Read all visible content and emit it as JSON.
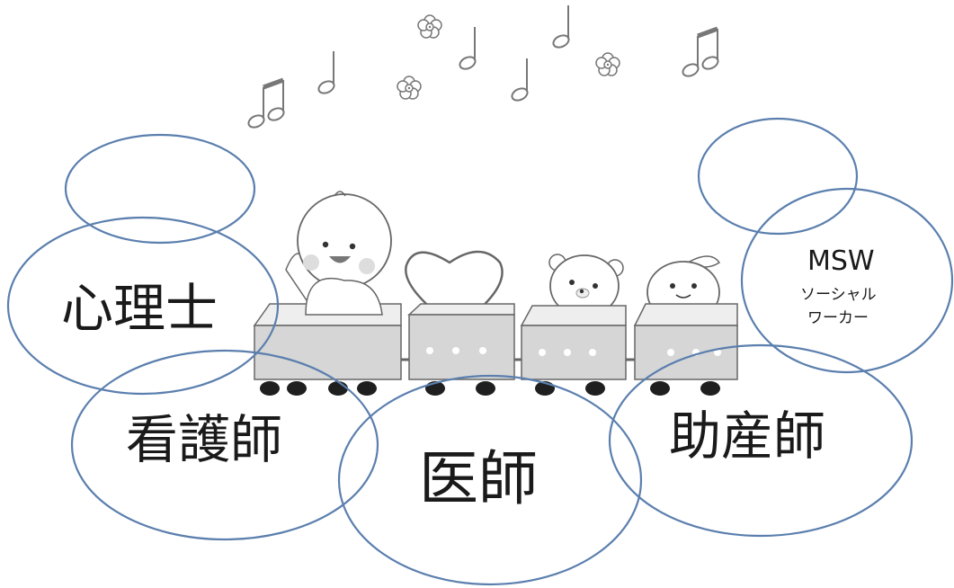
{
  "roles": {
    "psychologist": "心理士",
    "nurse": "看護師",
    "doctor": "医師",
    "midwife": "助産師",
    "msw_title": "MSW",
    "msw_sub_1": "ソーシャル",
    "msw_sub_2": "ワーカー"
  },
  "colors": {
    "bubble": "#5b7fae",
    "car": "#d4d4d4",
    "outline": "#555555"
  },
  "decor": [
    "music-note-icon",
    "flower-icon",
    "baby-icon",
    "heart-icon",
    "bear-icon",
    "fruit-icon"
  ]
}
